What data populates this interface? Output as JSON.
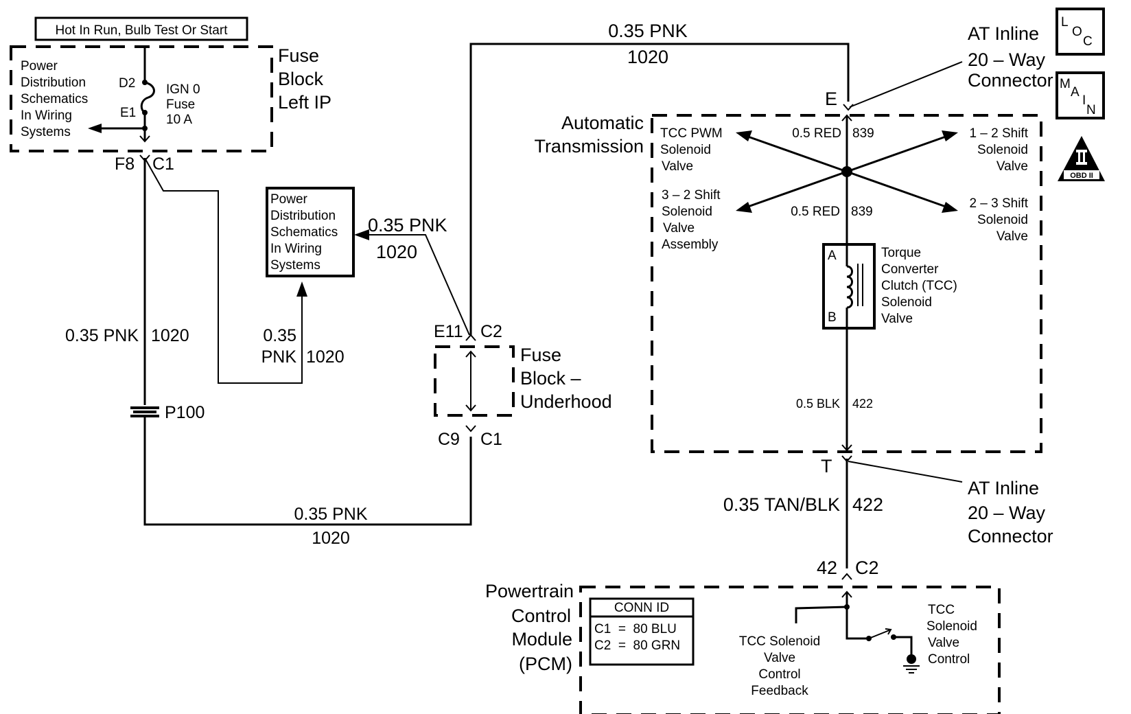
{
  "title_box": "Hot In Run, Bulb Test Or Start",
  "fuse_block_left": {
    "label_lines": [
      "Fuse",
      "Block",
      "Left IP"
    ],
    "power_dist_lines": [
      "Power",
      "Distribution",
      "Schematics",
      "In Wiring",
      "Systems"
    ],
    "pin_top": "D2",
    "pin_bottom": "E1",
    "fuse_lines": [
      "IGN 0",
      "Fuse",
      "10 A"
    ],
    "connector_left": "F8",
    "connector_right": "C1"
  },
  "wires": {
    "left_vertical": {
      "size_color": "0.35 PNK",
      "circuit": "1020"
    },
    "branch_vertical": {
      "size_color_lines": [
        "0.35",
        "PNK"
      ],
      "circuit": "1020"
    },
    "to_power_dist": {
      "size_color": "0.35 PNK",
      "circuit": "1020"
    },
    "bottom_horizontal": {
      "size_color": "0.35 PNK",
      "circuit": "1020"
    },
    "top_horizontal": {
      "size_color": "0.35 PNK",
      "circuit": "1020"
    },
    "red_upper": {
      "size_color": "0.5 RED",
      "circuit": "839"
    },
    "red_lower": {
      "size_color": "0.5 RED",
      "circuit": "839"
    },
    "blk": {
      "size_color": "0.5 BLK",
      "circuit": "422"
    },
    "tan_blk": {
      "size_color": "0.35 TAN/BLK",
      "circuit": "422"
    }
  },
  "splice": {
    "label": "P100"
  },
  "power_dist_box": {
    "lines": [
      "Power",
      "Distribution",
      "Schematics",
      "In Wiring",
      "Systems"
    ]
  },
  "fuse_block_underhood": {
    "label_lines": [
      "Fuse",
      "Block –",
      "Underhood"
    ],
    "top_left": "E11",
    "top_right": "C2",
    "bottom_left": "C9",
    "bottom_right": "C1"
  },
  "at_inline_top": {
    "pin": "E",
    "label_lines": [
      "AT Inline",
      "20 – Way",
      "Connector"
    ]
  },
  "at_inline_bottom": {
    "pin": "T",
    "label_lines": [
      "AT Inline",
      "20 – Way",
      "Connector"
    ]
  },
  "automatic_transmission": {
    "label_lines": [
      "Automatic",
      "Transmission"
    ],
    "tcc_pwm": [
      "TCC PWM",
      "Solenoid",
      "Valve"
    ],
    "shift_32": [
      "3 – 2 Shift",
      "Solenoid",
      "Valve",
      "Assembly"
    ],
    "shift_12": [
      "1 – 2 Shift",
      "Solenoid",
      "Valve"
    ],
    "shift_23": [
      "2 – 3 Shift",
      "Solenoid",
      "Valve"
    ],
    "tcc_solenoid": {
      "pin_a": "A",
      "pin_b": "B",
      "label_lines": [
        "Torque",
        "Converter",
        "Clutch (TCC)",
        "Solenoid",
        "Valve"
      ]
    }
  },
  "pcm": {
    "label_lines": [
      "Powertrain",
      "Control",
      "Module",
      "(PCM)"
    ],
    "pin": "42",
    "connector": "C2",
    "conn_id": {
      "header": "CONN ID",
      "rows": [
        "C1  =  80 BLU",
        "C2  =  80 GRN"
      ]
    },
    "feedback_lines": [
      "TCC Solenoid",
      "Valve",
      "Control",
      "Feedback"
    ],
    "control_lines": [
      "TCC",
      "Solenoid",
      "Valve",
      "Control"
    ]
  },
  "badges": {
    "loc": [
      "L",
      "O",
      "C"
    ],
    "main": [
      "M",
      "A",
      "I",
      "N"
    ],
    "obd": {
      "symbol": "II",
      "label": "OBD II"
    }
  }
}
